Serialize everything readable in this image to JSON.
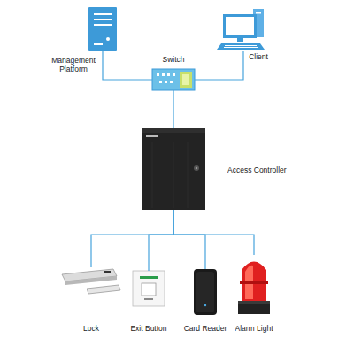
{
  "diagram": {
    "nodes": [
      {
        "text": [
          "Management Platform"
        ]
      },
      {
        "text": [
          "Client"
        ]
      },
      {
        "text": [
          "Switch"
        ]
      },
      {
        "text": [
          "Access Controller"
        ]
      },
      {
        "text": [
          "Lock"
        ]
      },
      {
        "text": [
          "Exit Button"
        ]
      },
      {
        "text": [
          "Card Reader"
        ]
      },
      {
        "text": [
          "Alarm Light"
        ]
      }
    ],
    "edges": [
      {
        "from": 0,
        "to": 2,
        "arrow": "none"
      },
      {
        "from": 1,
        "to": 2,
        "arrow": "none"
      },
      {
        "from": 2,
        "to": 3,
        "arrow": "none"
      },
      {
        "from": 3,
        "to": 4,
        "arrow": "none"
      },
      {
        "from": 3,
        "to": 5,
        "arrow": "none"
      },
      {
        "from": 3,
        "to": 6,
        "arrow": "none"
      },
      {
        "from": 3,
        "to": 7,
        "arrow": "none"
      }
    ]
  }
}
